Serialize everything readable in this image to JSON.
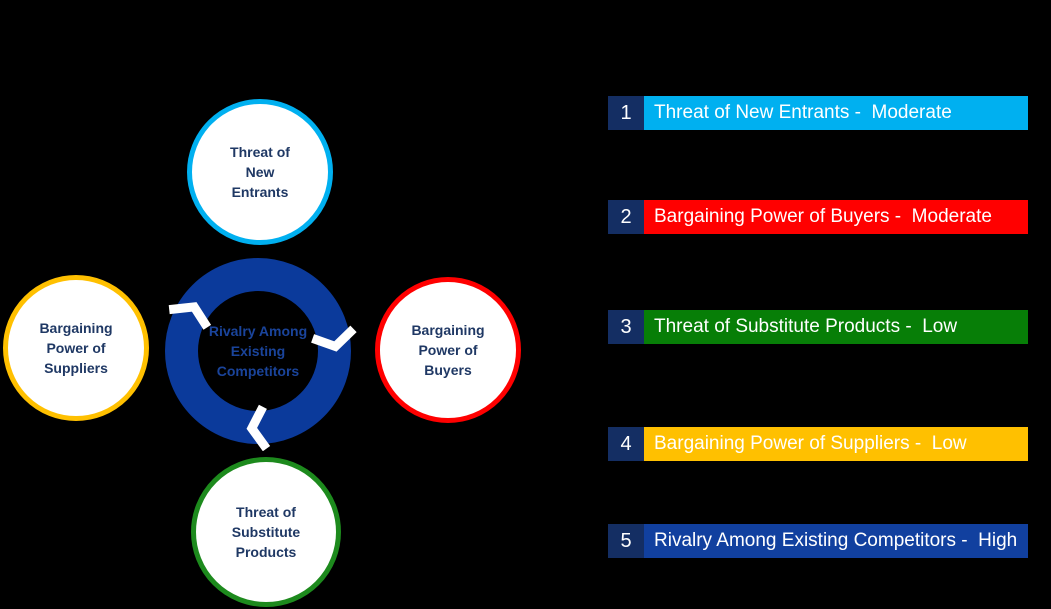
{
  "colors": {
    "background": "#000000",
    "circle_text_navy": "#1F3864",
    "ring_blue": "#0B3A9B",
    "center_text_blue": "#1A449B",
    "chevron_white": "#FFFFFF",
    "number_box_navy": "#142E63",
    "legend_text_white": "#FFFFFF"
  },
  "diagram": {
    "center": {
      "label": "Rivalry Among\nExisting\nCompetitors"
    },
    "circles": [
      {
        "label": "Threat of\nNew\nEntrants",
        "border_color": "#00B0F0"
      },
      {
        "label": "Bargaining\nPower of\nSuppliers",
        "border_color": "#FFC000"
      },
      {
        "label": "Bargaining\nPower of\nBuyers",
        "border_color": "#FF0000"
      },
      {
        "label": "Threat of\nSubstitute\nProducts",
        "border_color": "#1D8A1D"
      }
    ]
  },
  "legend": {
    "items": [
      {
        "number": "1",
        "label": "Threat of New Entrants -  Moderate",
        "bar_color": "#00B0F0"
      },
      {
        "number": "2",
        "label": "Bargaining Power of Buyers -  Moderate",
        "bar_color": "#FF0000"
      },
      {
        "number": "3",
        "label": "Threat of Substitute Products -  Low",
        "bar_color": "#077E07"
      },
      {
        "number": "4",
        "label": "Bargaining Power of Suppliers -  Low",
        "bar_color": "#FFC000"
      },
      {
        "number": "5",
        "label": "Rivalry Among Existing Competitors -  High",
        "bar_color": "#11409F"
      }
    ]
  }
}
